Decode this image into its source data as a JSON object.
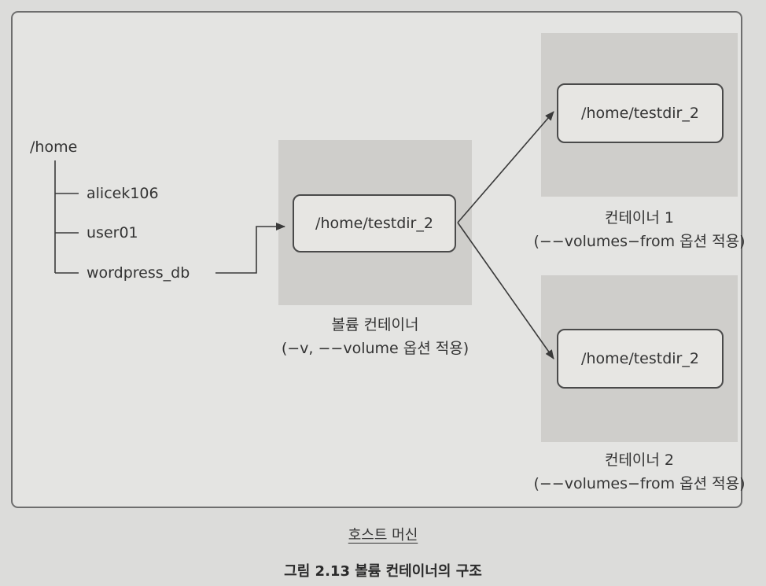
{
  "tree": {
    "root": "/home",
    "children": [
      "alicek106",
      "user01",
      "wordpress_db"
    ]
  },
  "volume_container": {
    "path": "/home/testdir_2",
    "label": "볼륨 컨테이너",
    "option": "(−v, −−volume 옵션 적용)"
  },
  "containers": [
    {
      "path": "/home/testdir_2",
      "label": "컨테이너 1",
      "option": "(−−volumes−from 옵션 적용)"
    },
    {
      "path": "/home/testdir_2",
      "label": "컨테이너 2",
      "option": "(−−volumes−from 옵션 적용)"
    }
  ],
  "host_label": "호스트 머신",
  "caption": "그림 2.13 볼륨 컨테이너의 구조"
}
